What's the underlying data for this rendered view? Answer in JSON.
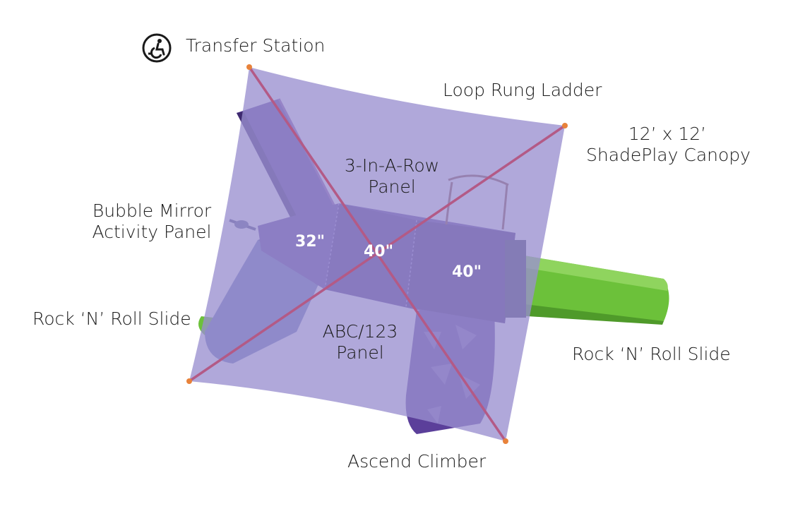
{
  "labels": {
    "transfer_station": "Transfer Station",
    "loop_rung_ladder": "Loop Rung Ladder",
    "canopy_line1": "12’ x 12’",
    "canopy_line2": "ShadePlay Canopy",
    "panel_3row_line1": "3-In-A-Row",
    "panel_3row_line2": "Panel",
    "bubble_line1": "Bubble Mirror",
    "bubble_line2": "Activity Panel",
    "slide_left": "Rock ‘N’ Roll Slide",
    "abc_line1": "ABC/123",
    "abc_line2": "Panel",
    "slide_right": "Rock ‘N’ Roll Slide",
    "ascend": "Ascend Climber"
  },
  "dimensions": {
    "deck_left": "32\"",
    "deck_middle": "40\"",
    "deck_right": "40\""
  },
  "icons": {
    "transfer": "wheelchair-transfer-icon"
  },
  "colors": {
    "canopy": "#9a8fd0",
    "deck": "#5b3f9a",
    "deck_dark": "#4a2f86",
    "slide_green": "#6cc13a",
    "slide_green_dark": "#4f9a2a",
    "pole": "#b35a86",
    "corner": "#e8823a",
    "label_text": "#1a1a1a",
    "dim_text": "#ffffff"
  }
}
